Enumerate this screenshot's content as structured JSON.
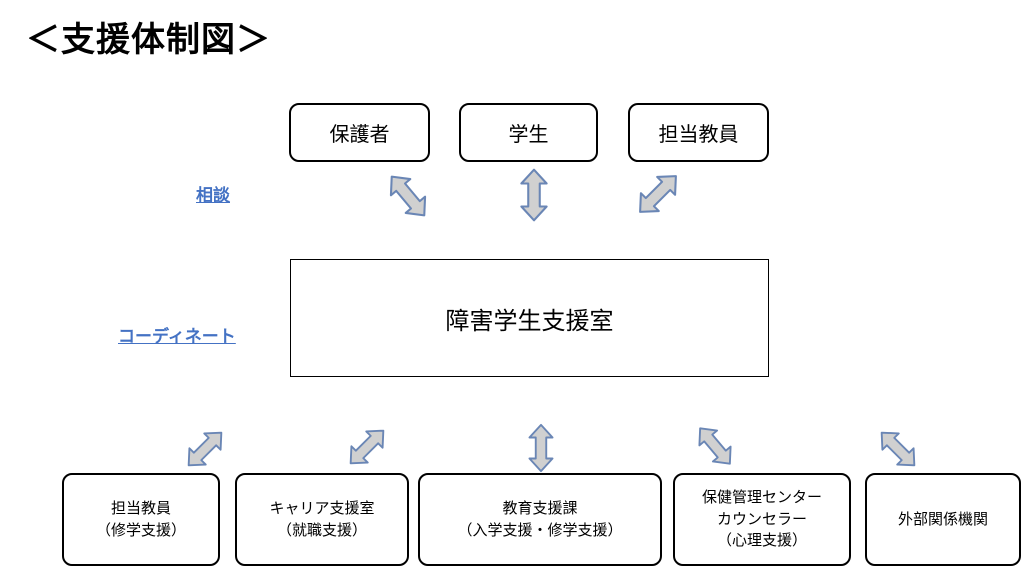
{
  "title": "＜支援体制図＞",
  "labels": {
    "consult": "相談",
    "coordinate": "コーディネート"
  },
  "center": "障害学生支援室",
  "top_boxes": [
    {
      "label": "保護者"
    },
    {
      "label": "学生"
    },
    {
      "label": "担当教員"
    }
  ],
  "bottom_boxes": [
    {
      "line1": "担当教員",
      "line2": "（修学支援）",
      "line3": ""
    },
    {
      "line1": "キャリア支援室",
      "line2": "（就職支援）",
      "line3": ""
    },
    {
      "line1": "教育支援課",
      "line2": "（入学支援・修学支援）",
      "line3": ""
    },
    {
      "line1": "保健管理センター",
      "line2": "カウンセラー",
      "line3": "（心理支援）"
    },
    {
      "line1": "外部関係機関",
      "line2": "",
      "line3": ""
    }
  ],
  "colors": {
    "label_blue": "#4472c4",
    "arrow_fill": "#d0d0d0",
    "arrow_stroke": "#6a86b5"
  },
  "arrow_style": "double-headed"
}
